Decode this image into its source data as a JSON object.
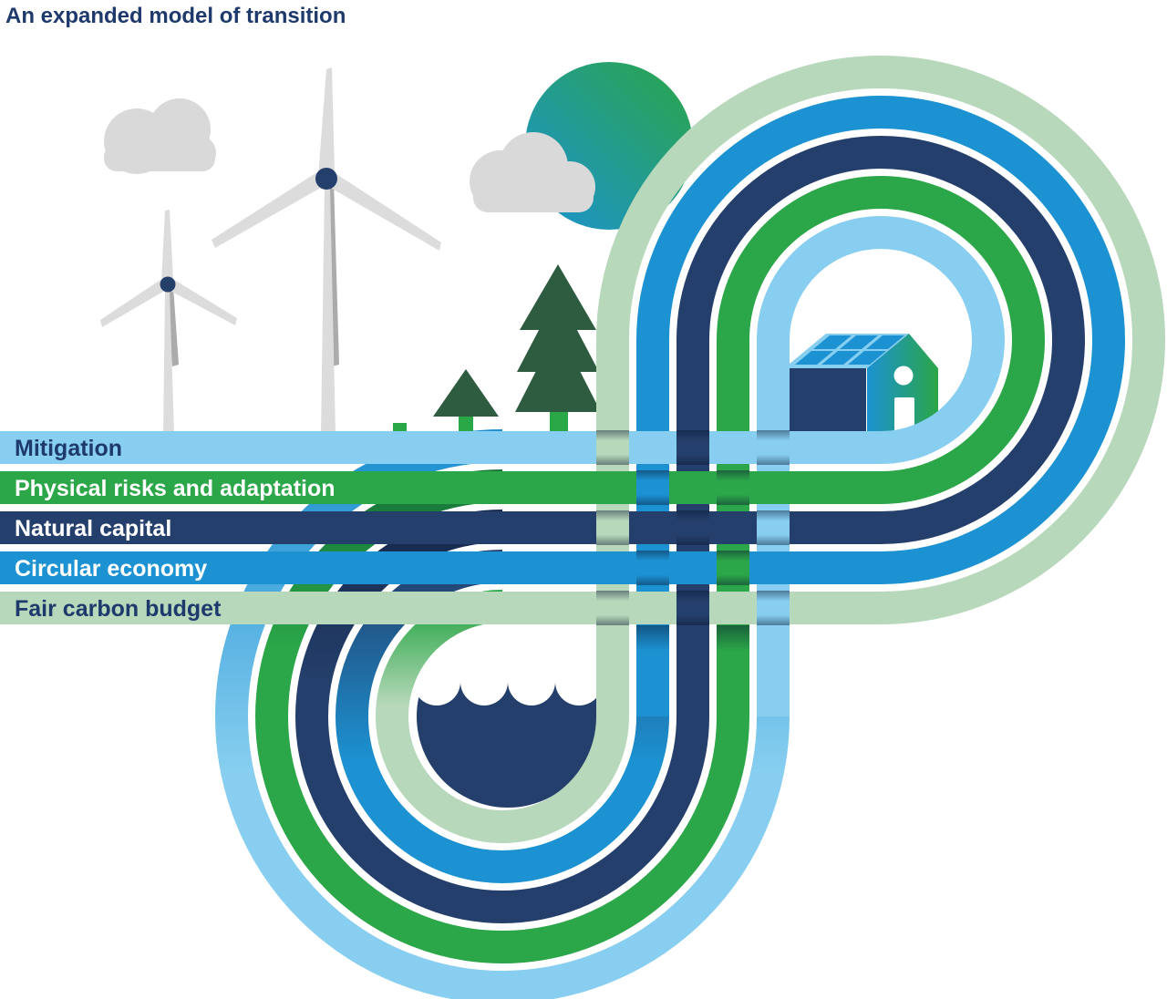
{
  "title": "An expanded model of transition",
  "title_color": "#1E3A6D",
  "ribbons": [
    {
      "id": "mitigation",
      "label": "Mitigation",
      "color": "#87CEF0",
      "label_color": "#1E3A6D",
      "shade_from": "#1D8FD0"
    },
    {
      "id": "physical-risks",
      "label": "Physical risks and adaptation",
      "color": "#2BA648",
      "label_color": "#FFFFFF",
      "shade_from": "#17753A"
    },
    {
      "id": "natural-capital",
      "label": "Natural capital",
      "color": "#243F6B",
      "label_color": "#FFFFFF",
      "shade_from": "#16294E"
    },
    {
      "id": "circular-economy",
      "label": "Circular economy",
      "color": "#1C92D2",
      "label_color": "#FFFFFF",
      "shade_from": "#243F6B"
    },
    {
      "id": "fair-carbon-budget",
      "label": "Fair carbon budget",
      "color": "#B7D8BA",
      "label_color": "#1E3A6D",
      "shade_from": "#2AA747"
    }
  ],
  "scene": {
    "sun": {
      "gradient_from": "#1C92D2",
      "gradient_to": "#2BA648"
    },
    "clouds_color": "#D9D9D9",
    "turbine_color": "#DCDCDC",
    "turbine_shadow_color": "#ABABAB",
    "hub_color": "#243F6B",
    "tree_color": "#2E5C40",
    "trunk_color": "#2AA747",
    "water_color": "#243F6B",
    "house": {
      "wall": "#243F6B",
      "roof": "#87CEF0",
      "panel": "#1C92D2",
      "gable_from": "#1C92D2",
      "gable_to": "#2BA648",
      "door": "#FFFFFF"
    }
  }
}
